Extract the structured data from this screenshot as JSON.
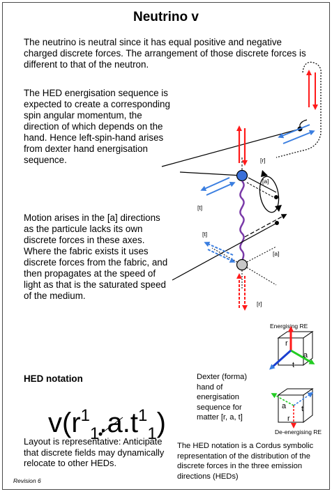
{
  "header": {
    "title": "Neutrino v"
  },
  "paragraphs": {
    "intro": "The neutrino is neutral since it has equal positive and negative charged discrete forces. The arrangement of those discrete forces is different to that of the neutron.",
    "energisation": "The HED energisation sequence is expected to create a corresponding spin angular momentum, the direction of which depends on the hand. Hence left-spin-hand arises from dexter hand energisation sequence.",
    "motion": "Motion arises in the [a] directions as the particule lacks its own discrete forces in these axes. Where the fabric exists it uses discrete forces from the fabric, and then propagates at the speed of light as that is the saturated speed of the medium."
  },
  "hed_notation": {
    "heading": "HED notation",
    "formula": {
      "symbol": "v(r",
      "sup1": "1",
      "sub1": "1",
      "middle": ".a.t",
      "sup2": "1",
      "sub2": "1",
      "close": ")"
    },
    "layout_note": "Layout is representative: Anticipate that discrete fields may dynamically relocate to other HEDs.",
    "bottom_right": "The HED notation is a Cordus symbolic representation of the distribution of the discrete forces in the three emission directions (HEDs)"
  },
  "dexter": "Dexter (forma) hand of energisation sequence for matter [r, a, t]",
  "labels": {
    "r_top": "[r]",
    "a_top": "[a]",
    "t_top": "[t]",
    "t_bottom": "[t]",
    "a_bottom": "[a]",
    "r_bottom": "[r]",
    "energising": "Energising RE",
    "de_energising": "De-energising RE",
    "cube_r": "r",
    "cube_a": "a",
    "cube_t": "t"
  },
  "revision": "Revision 6",
  "colors": {
    "red": "#ff1a1a",
    "blue": "#3a7ee0",
    "green": "#22cc22",
    "purple": "#7a3aa8",
    "node_top": "#3a6fd8",
    "node_bottom": "#c8c8c8"
  }
}
